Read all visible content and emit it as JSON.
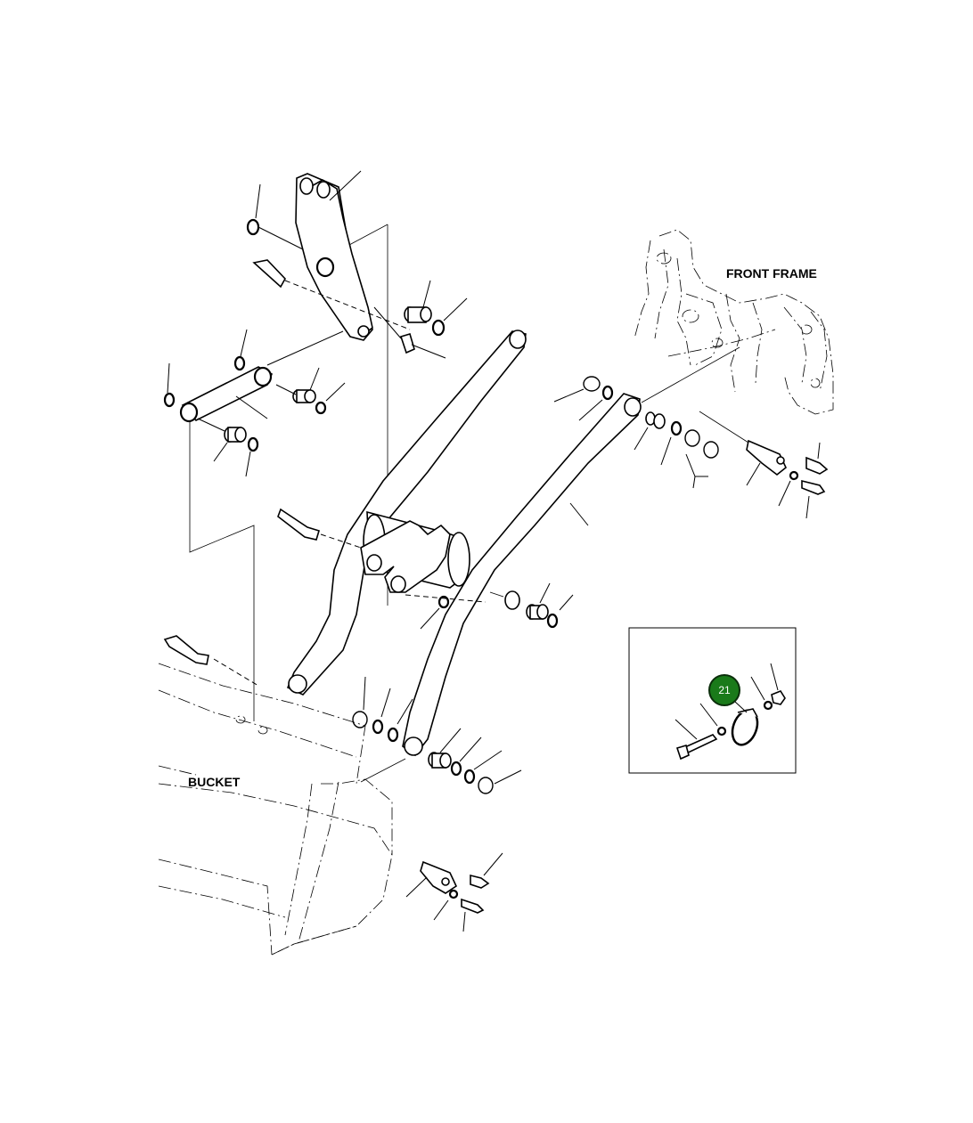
{
  "labels": {
    "front_frame": "FRONT FRAME",
    "bucket": "BUCKET"
  },
  "callout": {
    "number": "21",
    "color": "#1a7a1a",
    "border_color": "#0b2e0b"
  },
  "colors": {
    "line": "#000000",
    "background": "#ffffff"
  }
}
